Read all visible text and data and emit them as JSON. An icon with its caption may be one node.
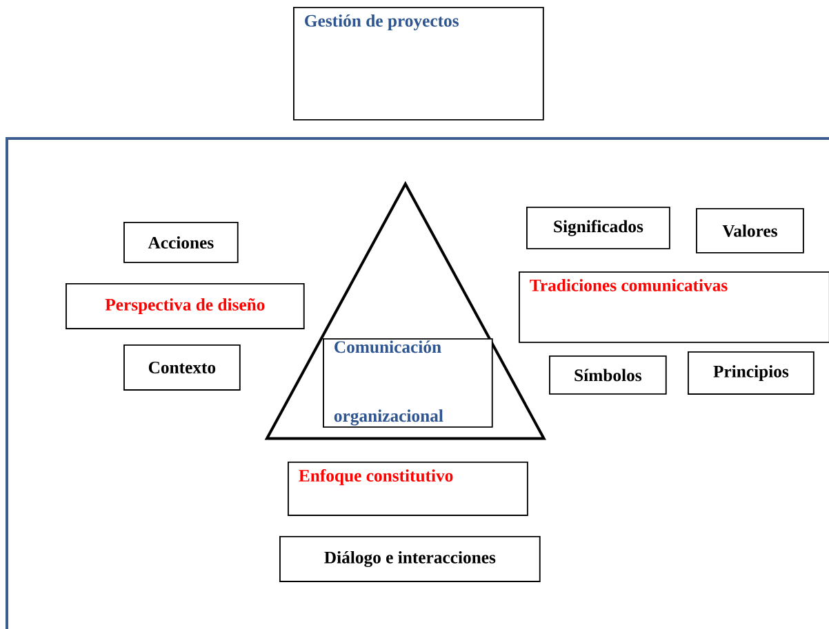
{
  "diagram": {
    "nodes": [
      {
        "text": [
          "Gestión de proyectos"
        ]
      },
      {
        "text": [],
        "shape": "box"
      },
      {
        "text": [
          "Acciones"
        ],
        "in": 1
      },
      {
        "text": [
          "Perspectiva de diseño"
        ],
        "in": 1
      },
      {
        "text": [
          "Contexto"
        ],
        "in": 1
      },
      {
        "text": [],
        "shape": "triangle",
        "in": 1
      },
      {
        "text": [
          "Comunicación organizacional"
        ],
        "in": 5
      },
      {
        "text": [
          "Significados"
        ],
        "in": 1
      },
      {
        "text": [
          "Valores"
        ],
        "in": 1
      },
      {
        "text": [
          "Tradiciones comunicativas"
        ],
        "in": 1
      },
      {
        "text": [
          "Símbolos"
        ],
        "in": 1
      },
      {
        "text": [
          "Principios"
        ],
        "in": 1
      },
      {
        "text": [
          "Enfoque constitutivo"
        ],
        "in": 1
      },
      {
        "text": [
          "Diálogo e interacciones"
        ],
        "in": 1
      }
    ]
  }
}
